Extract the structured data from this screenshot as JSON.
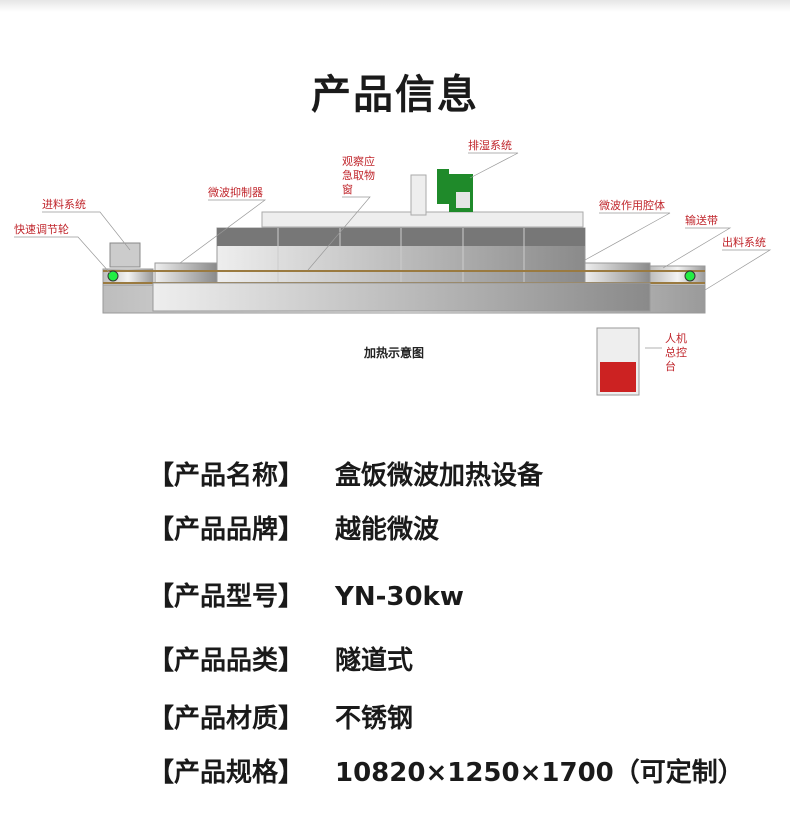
{
  "title": "产品信息",
  "diagram": {
    "caption": "加热示意图",
    "labels": {
      "quick_wheel": "快速调节轮",
      "feed_system": "进料系统",
      "suppressor": "微波抑制器",
      "window": [
        "观察应",
        "急取物",
        "窗"
      ],
      "exhaust": "排湿系统",
      "cavity": "微波作用腔体",
      "belt": "输送带",
      "discharge": "出料系统",
      "control": [
        "人机",
        "总控",
        "台"
      ]
    }
  },
  "specs": [
    {
      "label": "【产品名称】",
      "value": "盒饭微波加热设备"
    },
    {
      "label": "【产品品牌】",
      "value": "越能微波"
    },
    {
      "label": "【产品型号】",
      "value": "YN-30kw"
    },
    {
      "label": "【产品品类】",
      "value": "隧道式"
    },
    {
      "label": "【产品材质】",
      "value": "不锈钢"
    },
    {
      "label": "【产品规格】",
      "value": "10820×1250×1700（可定制）"
    }
  ],
  "colors": {
    "label_red": "#c0262c",
    "fan_green": "#1f8a2a"
  }
}
